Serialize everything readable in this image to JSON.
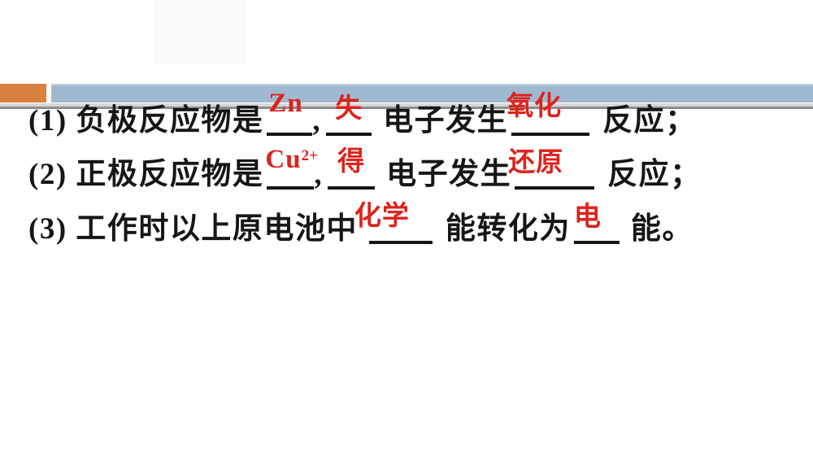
{
  "page": {
    "background": "#ffffff",
    "faint_box_color": "#fbfbfb"
  },
  "header": {
    "orange_accent_color": "#d9823f",
    "blue_bar_color": "#9fb9d0",
    "divider_light_color": "#d8d8d8",
    "divider_dark_color": "#8d8d8d"
  },
  "colors": {
    "body_text": "#161616",
    "answer_red": "#df221c",
    "blank_underline": "#151515"
  },
  "questions": [
    {
      "prefix": "(1) 负极反应物是",
      "comma": ",",
      "mid": "电子发生",
      "suffix": "反应；",
      "answers": {
        "a1": "Zn",
        "a2": "失",
        "a3": "氧化"
      }
    },
    {
      "prefix": "(2) 正极反应物是",
      "comma": ",",
      "mid": "电子发生",
      "suffix": "反应；",
      "answers": {
        "a1": "Cu",
        "a1_sup": "2+",
        "a2": "得",
        "a3": "还原"
      }
    },
    {
      "prefix": "(3) 工作时以上原电池中",
      "mid": "能转化为",
      "suffix": "能。",
      "answers": {
        "a1": "化学",
        "a2": "电"
      }
    }
  ]
}
